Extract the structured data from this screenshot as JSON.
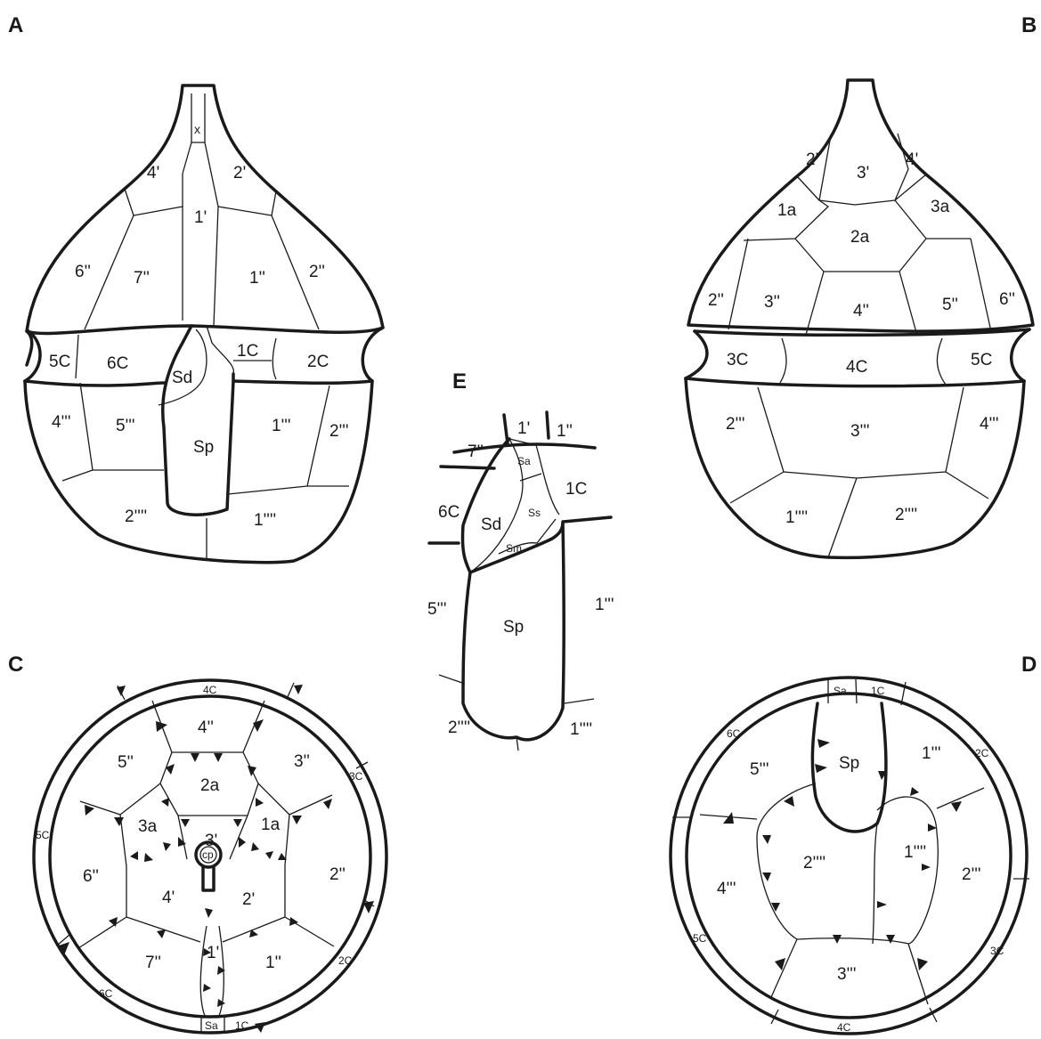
{
  "panels": {
    "A": {
      "letter": "A",
      "labels": [
        "x",
        "4'",
        "2'",
        "1'",
        "6''",
        "7''",
        "1''",
        "2''",
        "5C",
        "6C",
        "Sd",
        "1C",
        "2C",
        "4'''",
        "5'''",
        "Sp",
        "1'''",
        "2'''",
        "2''''",
        "1''''"
      ]
    },
    "B": {
      "letter": "B",
      "labels": [
        "2'",
        "3'",
        "4'",
        "1a",
        "2a",
        "3a",
        "2''",
        "3''",
        "4''",
        "5''",
        "6''",
        "3C",
        "4C",
        "5C",
        "2'''",
        "3'''",
        "4'''",
        "1''''",
        "2''''"
      ]
    },
    "C": {
      "letter": "C",
      "labels": [
        "4C",
        "4''",
        "5''",
        "3''",
        "3C",
        "2a",
        "5C",
        "3a",
        "1a",
        "3'",
        "6''",
        "cp",
        "2''",
        "4'",
        "2'",
        "1'",
        "7''",
        "1''",
        "2C",
        "6C",
        "Sa",
        "1C"
      ]
    },
    "D": {
      "letter": "D",
      "labels": [
        "Sa",
        "1C",
        "6C",
        "2C",
        "Sp",
        "5'''",
        "1'''",
        "1''''",
        "2''''",
        "4'''",
        "2'''",
        "5C",
        "3C",
        "3'''",
        "4C"
      ]
    },
    "E": {
      "letter": "E",
      "labels": [
        "1'",
        "1''",
        "7''",
        "Sa",
        "1C",
        "6C",
        "Sd",
        "Ss",
        "Sm",
        "5'''",
        "1'''",
        "Sp",
        "2''''",
        "1''''"
      ]
    }
  }
}
